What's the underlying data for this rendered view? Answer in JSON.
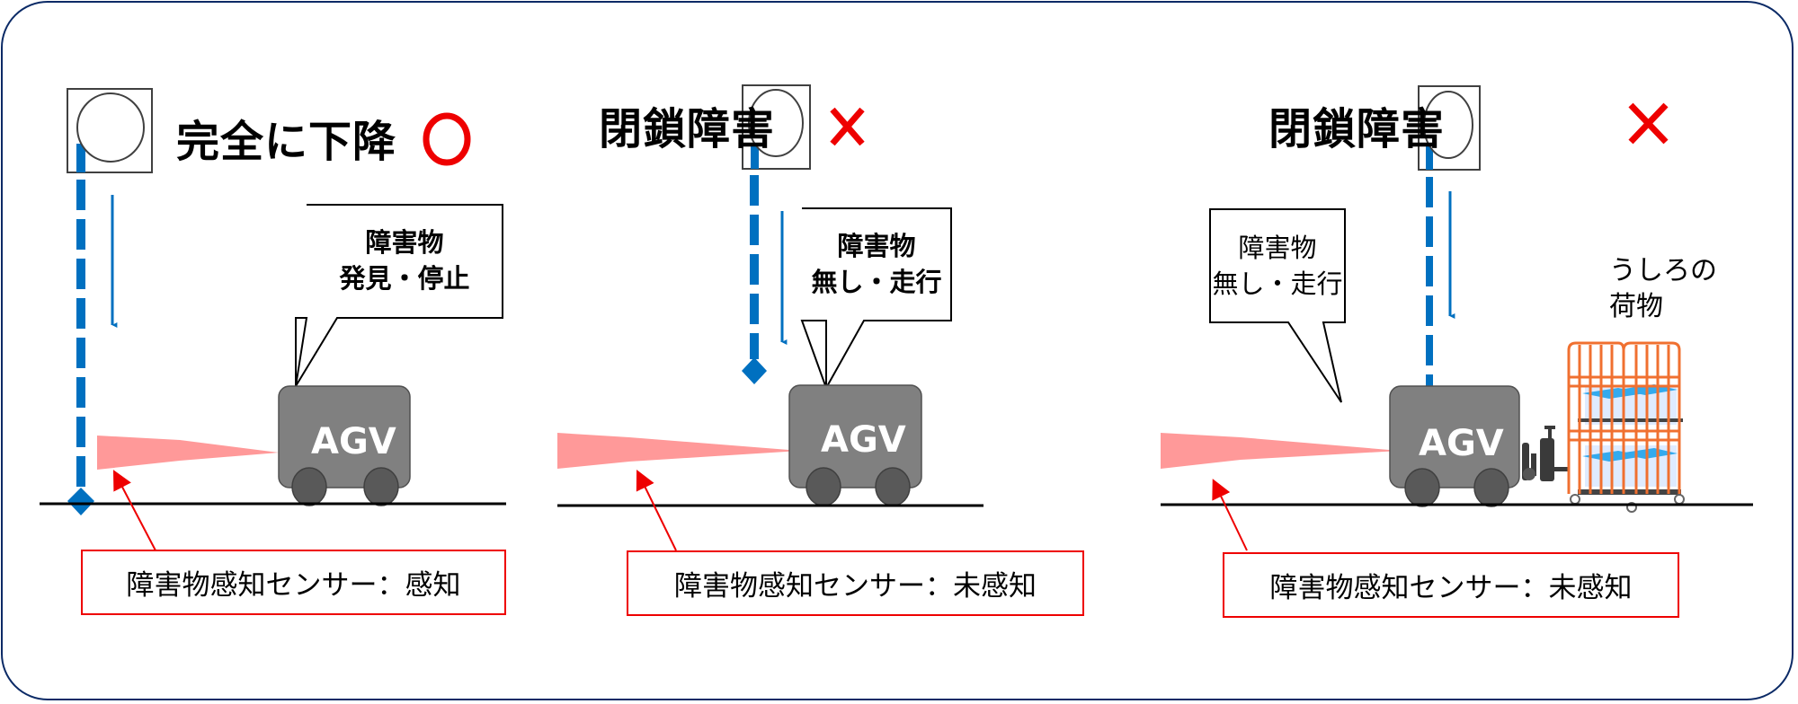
{
  "colors": {
    "frame": "#0b2a66",
    "blade": "#0070c0",
    "ok_mark": "#ee0000",
    "ng_mark": "#ee0000",
    "beam": "#ff9999",
    "agv_body": "#808080",
    "agv_wheel": "#595959",
    "label_border": "#ee0000",
    "cart": "#f07030",
    "cargo": "#33aaee"
  },
  "panels": [
    {
      "title": "完全に下降",
      "result_icon": "circle-ok-icon",
      "callout": {
        "line1": "障害物",
        "line2": "発見・停止"
      },
      "agv_label": "AGV",
      "sensor_label": "障害物感知センサー：感知",
      "blade_state": "fully-lowered"
    },
    {
      "title": "閉鎖障害",
      "result_icon": "cross-ng-icon",
      "callout": {
        "line1": "障害物",
        "line2": "無し・走行"
      },
      "agv_label": "AGV",
      "sensor_label": "障害物感知センサー：未感知",
      "blade_state": "blocked-by-agv"
    },
    {
      "title": "閉鎖障害",
      "result_icon": "cross-ng-icon",
      "callout": {
        "line1": "障害物",
        "line2": "無し・走行"
      },
      "agv_label": "AGV",
      "sensor_label": "障害物感知センサー：未感知",
      "blade_state": "blocked-by-cargo",
      "cargo_note": {
        "line1": "うしろの",
        "line2": "荷物"
      }
    }
  ]
}
